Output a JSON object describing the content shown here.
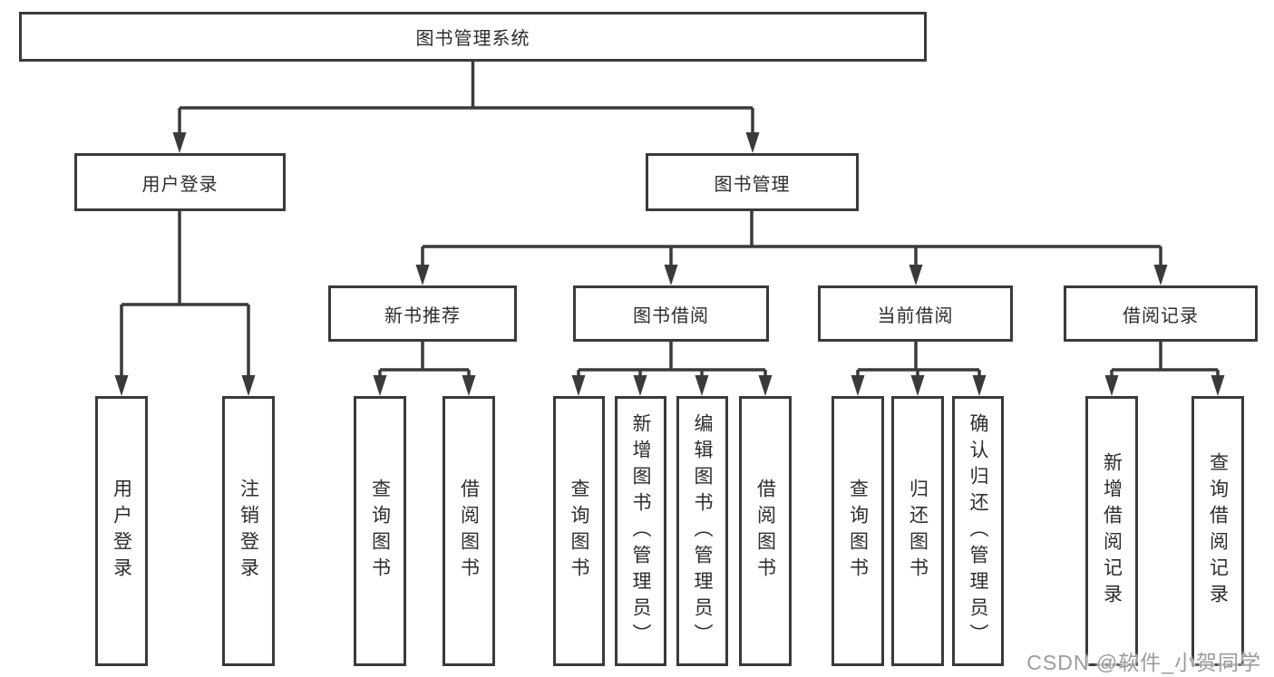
{
  "diagram": {
    "root": {
      "label": "图书管理系统"
    },
    "level2": [
      {
        "label": "用户登录",
        "children": [
          {
            "label": "用户登录"
          },
          {
            "label": "注销登录"
          }
        ]
      },
      {
        "label": "图书管理",
        "children": [
          {
            "label": "新书推荐",
            "children": [
              {
                "label": "查询图书"
              },
              {
                "label": "借阅图书"
              }
            ]
          },
          {
            "label": "图书借阅",
            "children": [
              {
                "label": "查询图书"
              },
              {
                "label": "新增图书（管理员）"
              },
              {
                "label": "编辑图书（管理员）"
              },
              {
                "label": "借阅图书"
              }
            ]
          },
          {
            "label": "当前借阅",
            "children": [
              {
                "label": "查询图书"
              },
              {
                "label": "归还图书"
              },
              {
                "label": "确认归还（管理员）"
              }
            ]
          },
          {
            "label": "借阅记录",
            "children": [
              {
                "label": "新增借阅记录"
              },
              {
                "label": "查询借阅记录"
              }
            ]
          }
        ]
      }
    ],
    "watermark": "CSDN @软件_小贺同学",
    "colors": {
      "line": "#3a3a3a",
      "box_background": "#ffffff",
      "text": "#2d2d2d",
      "watermark_text": "#9c9c9c"
    }
  }
}
